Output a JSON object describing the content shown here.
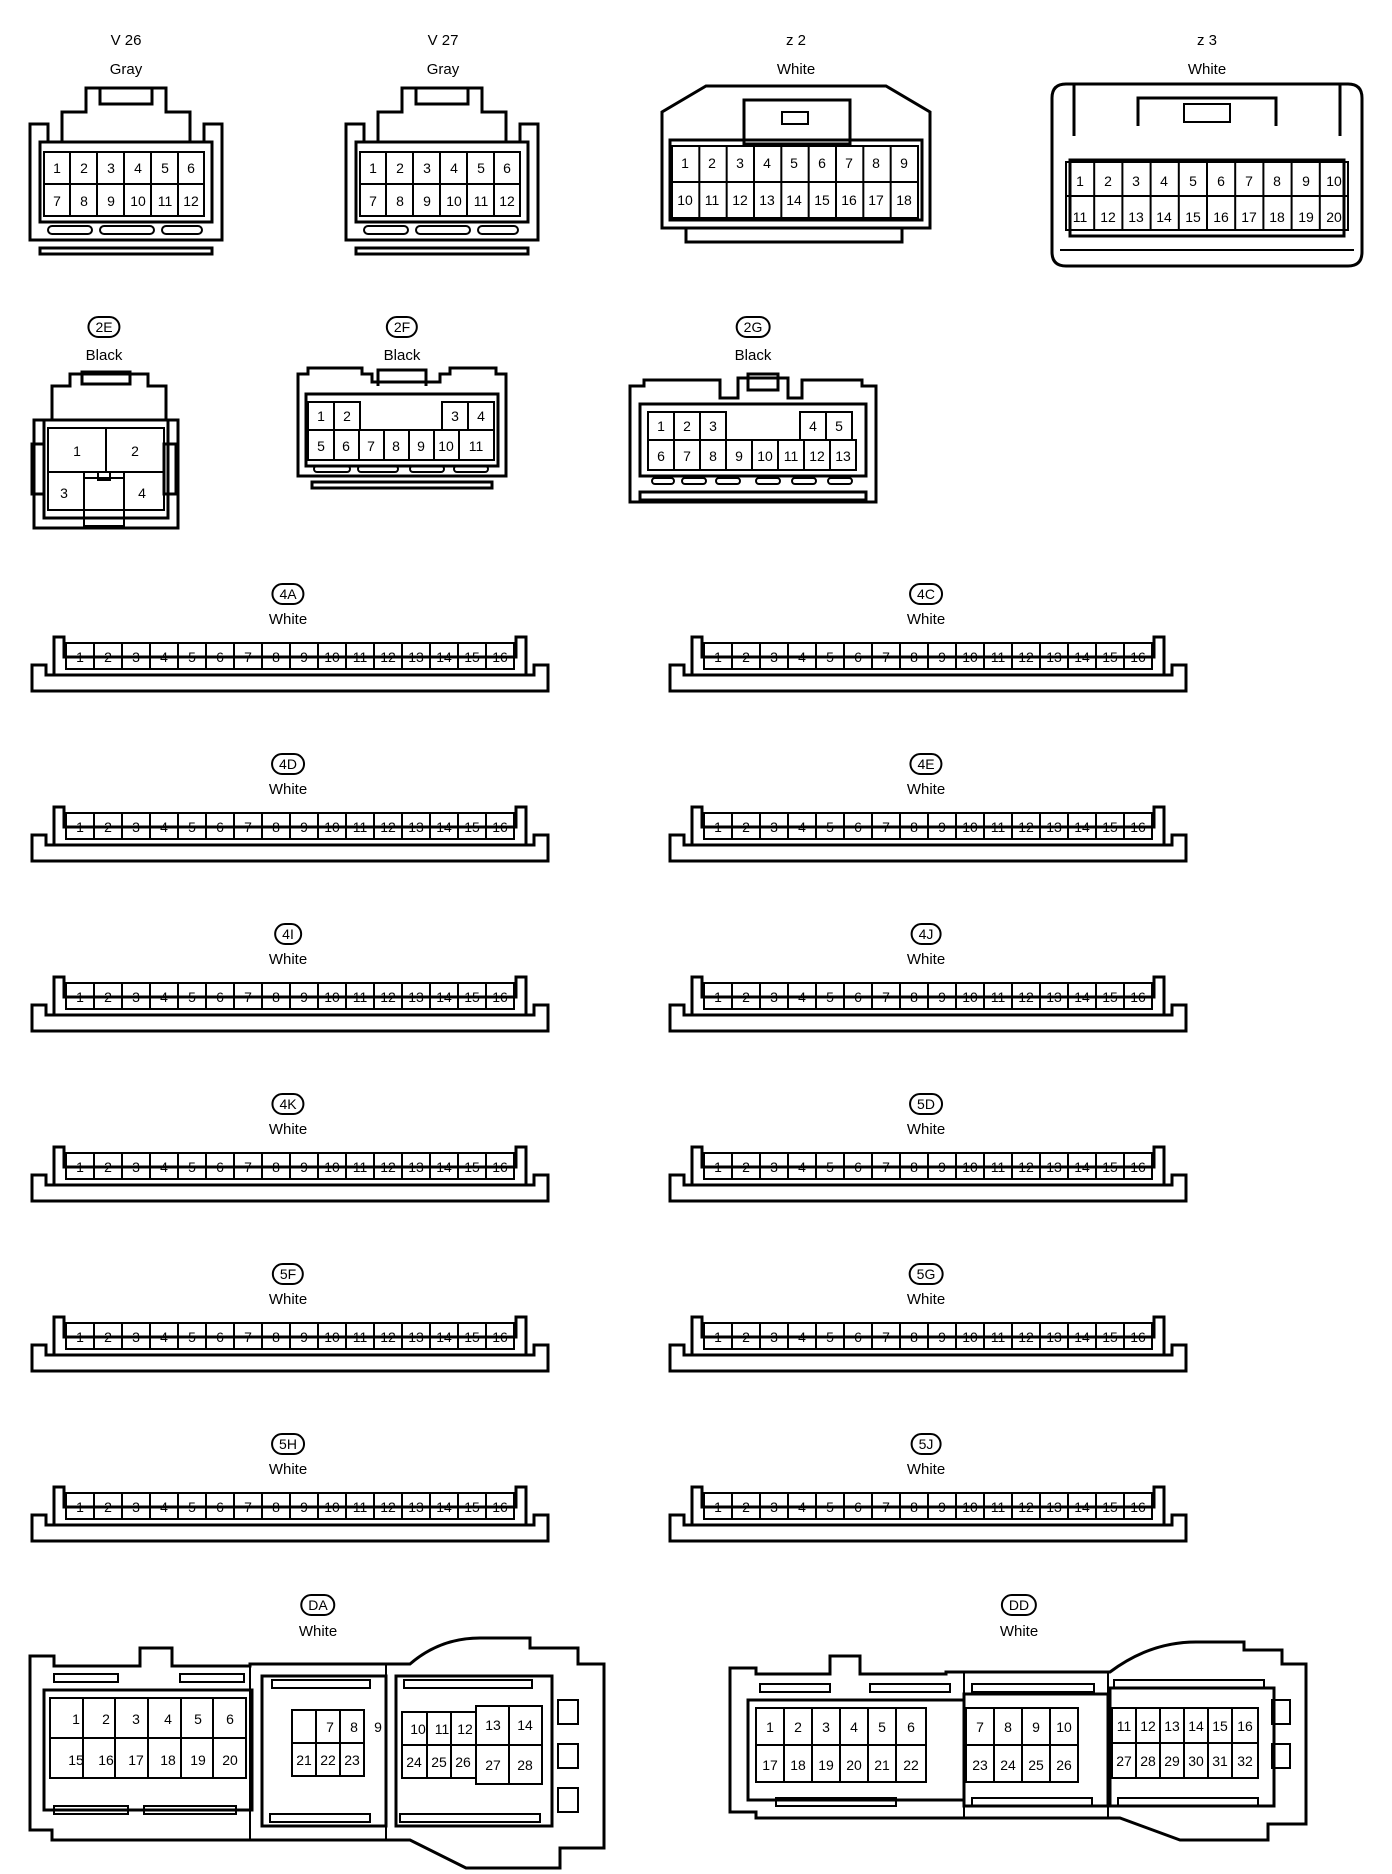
{
  "connectors": {
    "v26": {
      "code": "V 26",
      "color": "Gray",
      "pins": [
        "1",
        "2",
        "3",
        "4",
        "5",
        "6",
        "7",
        "8",
        "9",
        "10",
        "11",
        "12"
      ]
    },
    "v27": {
      "code": "V 27",
      "color": "Gray",
      "pins": [
        "1",
        "2",
        "3",
        "4",
        "5",
        "6",
        "7",
        "8",
        "9",
        "10",
        "11",
        "12"
      ]
    },
    "z2": {
      "code": "z 2",
      "color": "White",
      "pins": [
        "1",
        "2",
        "3",
        "4",
        "5",
        "6",
        "7",
        "8",
        "9",
        "10",
        "11",
        "12",
        "13",
        "14",
        "15",
        "16",
        "17",
        "18"
      ]
    },
    "z3": {
      "code": "z 3",
      "color": "White",
      "pins": [
        "1",
        "2",
        "3",
        "4",
        "5",
        "6",
        "7",
        "8",
        "9",
        "10",
        "11",
        "12",
        "13",
        "14",
        "15",
        "16",
        "17",
        "18",
        "19",
        "20"
      ]
    },
    "c2e": {
      "code": "2E",
      "color": "Black",
      "pins": [
        "1",
        "2",
        "3",
        "4"
      ]
    },
    "c2f": {
      "code": "2F",
      "color": "Black",
      "pins": [
        "1",
        "2",
        "3",
        "4",
        "5",
        "6",
        "7",
        "8",
        "9",
        "10",
        "11"
      ]
    },
    "c2g": {
      "code": "2G",
      "color": "Black",
      "pins": [
        "1",
        "2",
        "3",
        "4",
        "5",
        "6",
        "7",
        "8",
        "9",
        "10",
        "11",
        "12",
        "13"
      ]
    },
    "c4a": {
      "code": "4A",
      "color": "White"
    },
    "c4c": {
      "code": "4C",
      "color": "White"
    },
    "c4d": {
      "code": "4D",
      "color": "White"
    },
    "c4e": {
      "code": "4E",
      "color": "White"
    },
    "c4i": {
      "code": "4I",
      "color": "White"
    },
    "c4j": {
      "code": "4J",
      "color": "White"
    },
    "c4k": {
      "code": "4K",
      "color": "White"
    },
    "c5d": {
      "code": "5D",
      "color": "White"
    },
    "c5f": {
      "code": "5F",
      "color": "White"
    },
    "c5g": {
      "code": "5G",
      "color": "White"
    },
    "c5h": {
      "code": "5H",
      "color": "White"
    },
    "c5j": {
      "code": "5J",
      "color": "White"
    },
    "da": {
      "code": "DA",
      "color": "White",
      "pins": [
        "1",
        "2",
        "3",
        "4",
        "5",
        "6",
        "7",
        "8",
        "9",
        "10",
        "11",
        "12",
        "13",
        "14",
        "15",
        "16",
        "17",
        "18",
        "19",
        "20",
        "21",
        "22",
        "23",
        "24",
        "25",
        "26",
        "27",
        "28"
      ]
    },
    "dd": {
      "code": "DD",
      "color": "White",
      "pins": [
        "1",
        "2",
        "3",
        "4",
        "5",
        "6",
        "7",
        "8",
        "9",
        "10",
        "11",
        "12",
        "13",
        "14",
        "15",
        "16",
        "17",
        "18",
        "19",
        "20",
        "21",
        "22",
        "23",
        "24",
        "25",
        "26",
        "27",
        "28",
        "29",
        "30",
        "31",
        "32"
      ]
    }
  },
  "strip_pins": [
    "1",
    "2",
    "3",
    "4",
    "5",
    "6",
    "7",
    "8",
    "9",
    "10",
    "11",
    "12",
    "13",
    "14",
    "15",
    "16"
  ]
}
